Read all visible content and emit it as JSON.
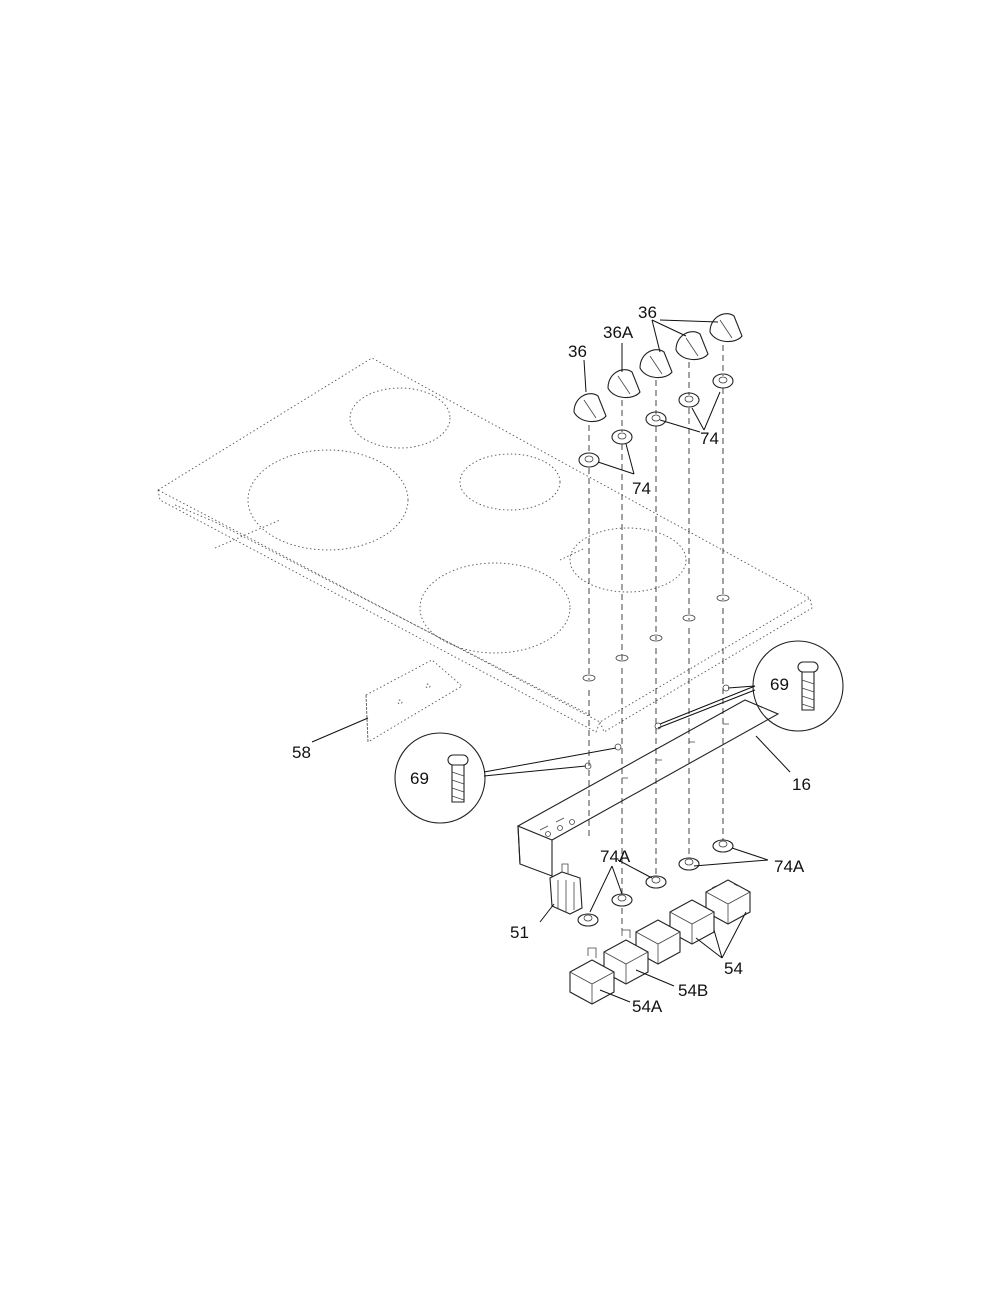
{
  "labels": {
    "knob_36_left": "36",
    "knob_36a": "36A",
    "knob_36_top": "36",
    "washer_74_right": "74",
    "washer_74_left": "74",
    "screw_69_right": "69",
    "screw_69_left": "69",
    "bracket_58": "58",
    "panel_16": "16",
    "ring_74a_left": "74A",
    "ring_74a_right": "74A",
    "switch_51": "51",
    "switch_54": "54",
    "switch_54b": "54B",
    "switch_54a": "54A"
  }
}
